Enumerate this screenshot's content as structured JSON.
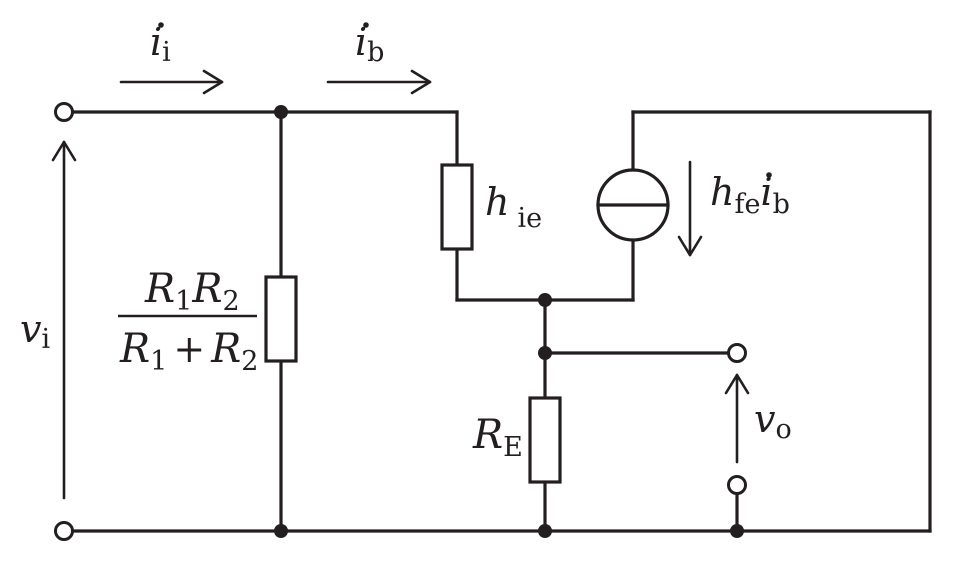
{
  "labels": {
    "ii": {
      "main": "i",
      "sub": "i"
    },
    "ib": {
      "main": "i",
      "sub": "b"
    },
    "vi": {
      "main": "v",
      "sub": "i"
    },
    "vo": {
      "main": "v",
      "sub": "o"
    },
    "hie": {
      "main": "h",
      "sub": "ie"
    },
    "hfe_ib": {
      "main1": "h",
      "sub1": "fe",
      "main2": "i",
      "sub2": "b"
    },
    "re": {
      "main": "R",
      "sub": "E"
    },
    "parallel_numerator": {
      "r1": "R",
      "s1": "1",
      "r2": "R",
      "s2": "2"
    },
    "parallel_denominator": {
      "r1": "R",
      "s1": "1",
      "plus": "+",
      "r2": "R",
      "s2": "2"
    }
  },
  "colors": {
    "ink": "#231f20",
    "background": "#ffffff"
  }
}
